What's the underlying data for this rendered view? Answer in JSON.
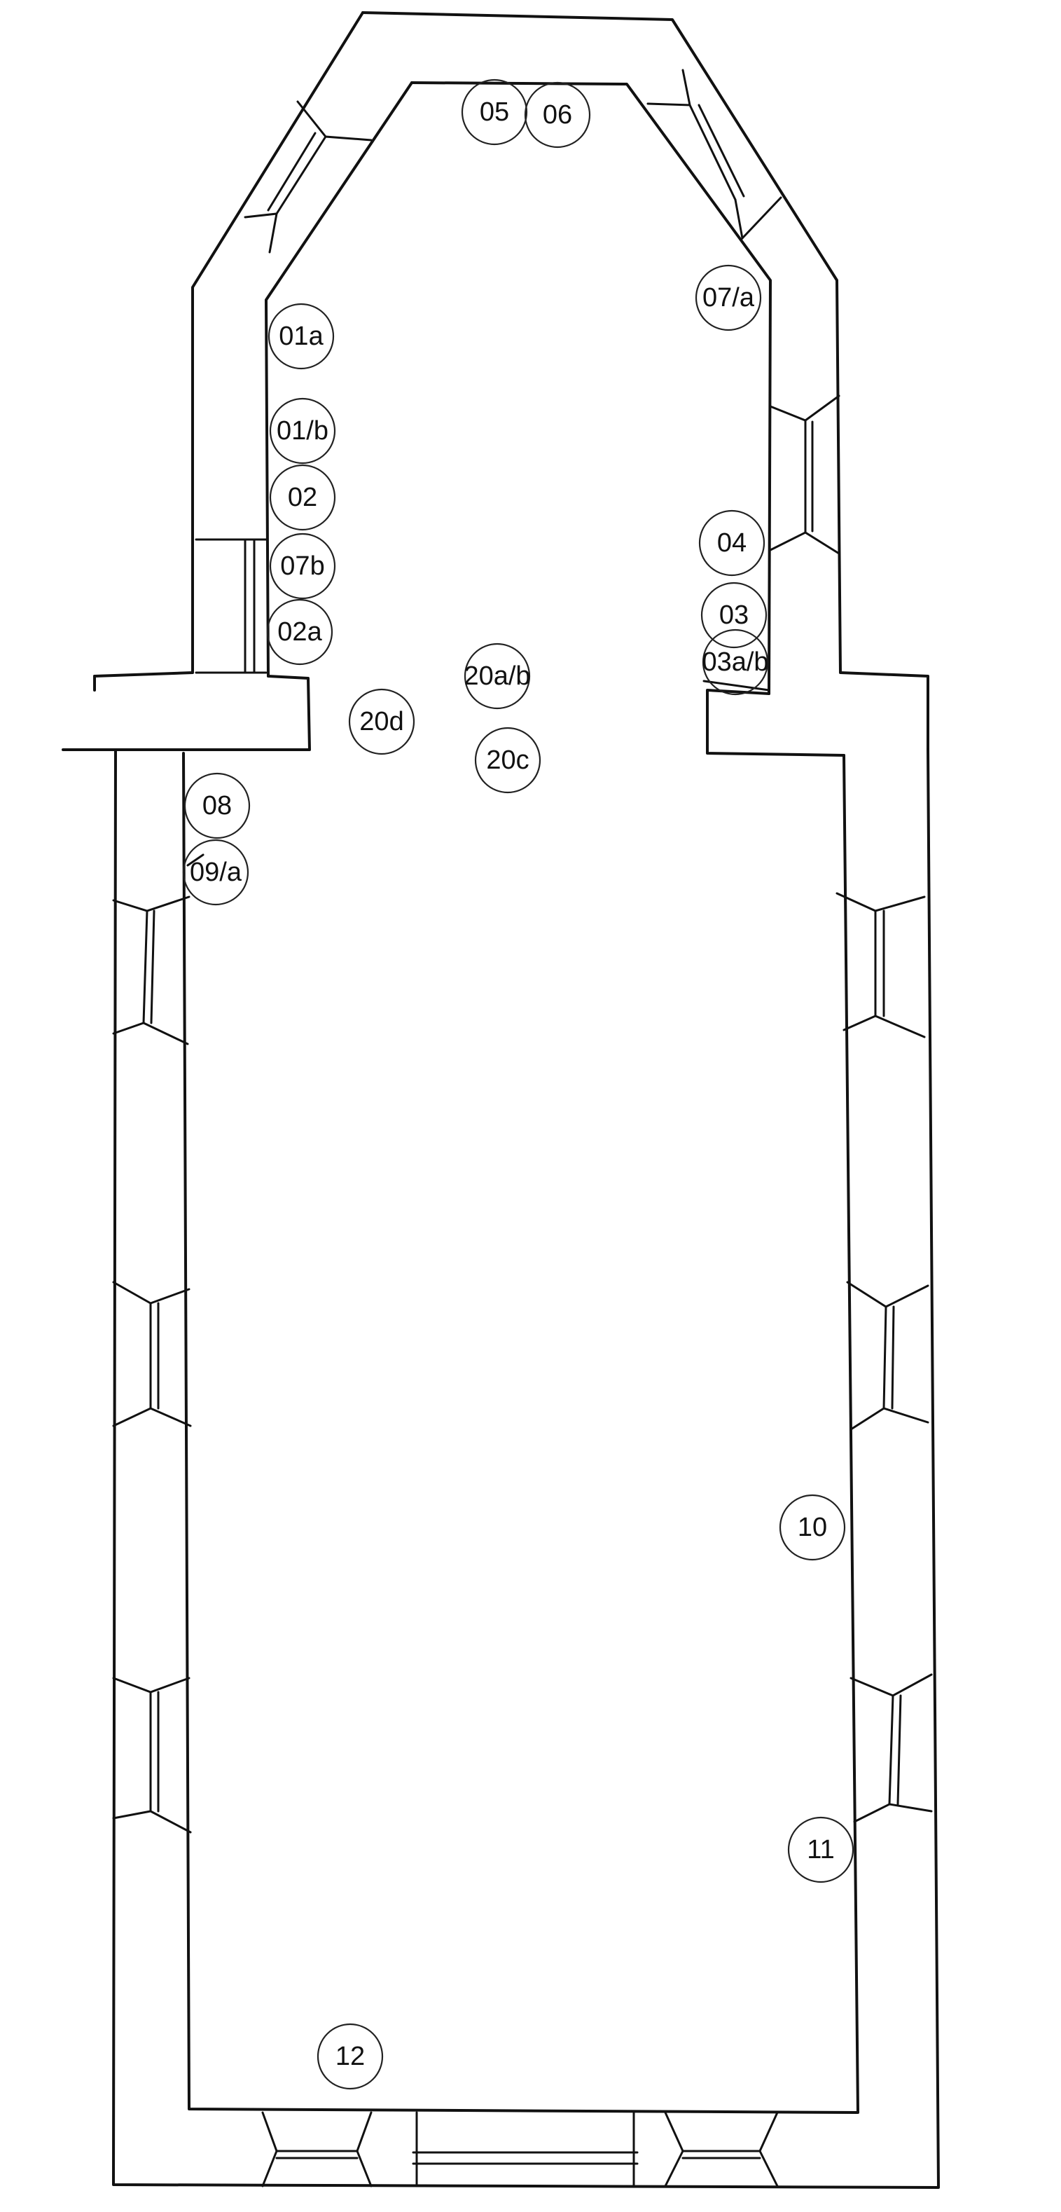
{
  "plan": {
    "line_color": "#111111",
    "background": "#ffffff",
    "markers": [
      {
        "id": "05",
        "label": "05"
      },
      {
        "id": "06",
        "label": "06"
      },
      {
        "id": "07a",
        "label": "07/a"
      },
      {
        "id": "01a",
        "label": "01a"
      },
      {
        "id": "01b",
        "label": "01/b"
      },
      {
        "id": "02",
        "label": "02"
      },
      {
        "id": "07b",
        "label": "07b"
      },
      {
        "id": "02a",
        "label": "02a"
      },
      {
        "id": "04",
        "label": "04"
      },
      {
        "id": "03",
        "label": "03"
      },
      {
        "id": "03ab",
        "label": "03a/b"
      },
      {
        "id": "20ab",
        "label": "20a/b"
      },
      {
        "id": "20d",
        "label": "20d"
      },
      {
        "id": "20c",
        "label": "20c"
      },
      {
        "id": "08",
        "label": "08"
      },
      {
        "id": "09a",
        "label": "09/a"
      },
      {
        "id": "10",
        "label": "10"
      },
      {
        "id": "11",
        "label": "11"
      },
      {
        "id": "12",
        "label": "12"
      }
    ]
  }
}
